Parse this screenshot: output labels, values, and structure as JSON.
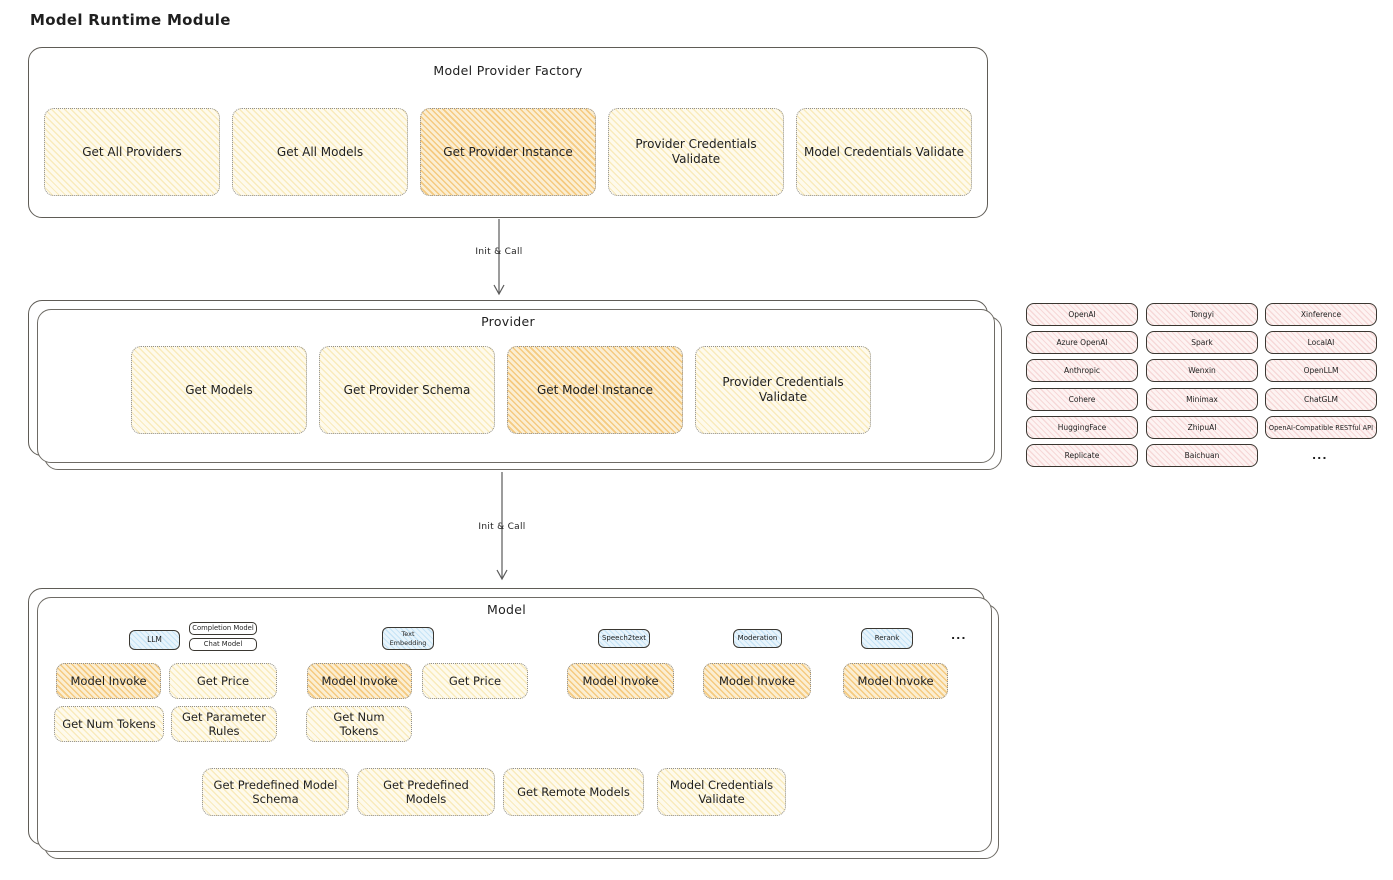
{
  "title": "Model Runtime Module",
  "arrows": {
    "label1": "Init & Call",
    "label2": "Init & Call"
  },
  "factory": {
    "title": "Model Provider Factory",
    "buttons": [
      {
        "label": "Get All Providers",
        "highlighted": false
      },
      {
        "label": "Get All Models",
        "highlighted": false
      },
      {
        "label": "Get Provider Instance",
        "highlighted": true
      },
      {
        "label": "Provider Credentials Validate",
        "highlighted": false
      },
      {
        "label": "Model Credentials Validate",
        "highlighted": false
      }
    ]
  },
  "provider": {
    "title": "Provider",
    "buttons": [
      {
        "label": "Get Models",
        "highlighted": false
      },
      {
        "label": "Get Provider Schema",
        "highlighted": false
      },
      {
        "label": "Get Model Instance",
        "highlighted": true
      },
      {
        "label": "Provider Credentials Validate",
        "highlighted": false
      }
    ]
  },
  "provider_list": {
    "col1": [
      "OpenAI",
      "Azure OpenAI",
      "Anthropic",
      "Cohere",
      "HuggingFace",
      "Replicate"
    ],
    "col2": [
      "Tongyi",
      "Spark",
      "Wenxin",
      "Minimax",
      "ZhipuAI",
      "Baichuan"
    ],
    "col3": [
      "Xinference",
      "LocalAI",
      "OpenLLM",
      "ChatGLM",
      "OpenAI-Compatible RESTful API"
    ],
    "more": "..."
  },
  "model": {
    "title": "Model",
    "badges": {
      "llm": "LLM",
      "completion": "Completion Model",
      "chat": "Chat Model",
      "text_embedding": "Text Embedding",
      "speech2text": "Speech2text",
      "moderation": "Moderation",
      "rerank": "Rerank",
      "more": "..."
    },
    "ops_row1": [
      "Model Invoke",
      "Get Price",
      "Model Invoke",
      "Get Price",
      "Model Invoke",
      "Model Invoke",
      "Model Invoke"
    ],
    "ops_row2": [
      "Get Num Tokens",
      "Get Parameter Rules",
      "Get Num Tokens"
    ],
    "bottom": [
      "Get Predefined Model Schema",
      "Get Predefined Models",
      "Get Remote Models",
      "Model Credentials Validate"
    ]
  },
  "colors": {
    "yellow_fill": "#fefaec",
    "orange_fill": "#fbeed2",
    "pink_fill": "#fdf3f2",
    "blue_fill": "#e8f4fb",
    "panel_border": "#5f5c56",
    "text": "#1f1f1f"
  }
}
